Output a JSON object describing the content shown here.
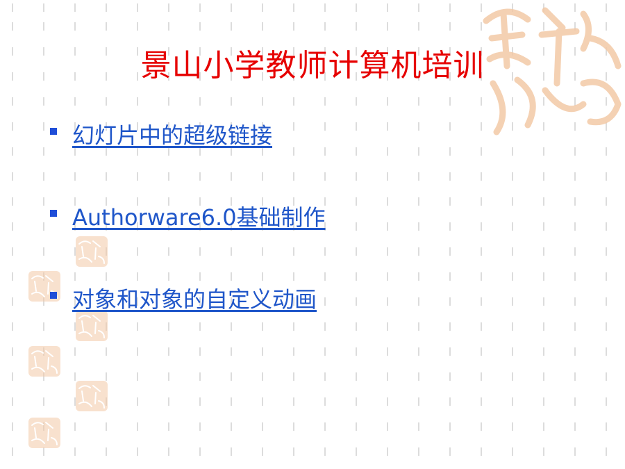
{
  "slide": {
    "title": "景山小学教师计算机培训",
    "bullets": [
      {
        "label": "幻灯片中的超级链接"
      },
      {
        "label": "Authorware6.0基础制作"
      },
      {
        "label": "对象和对象的自定义动画"
      }
    ]
  },
  "colors": {
    "title": "#e60000",
    "link": "#1f56c9",
    "bullet": "#1f4ed8",
    "seal": "#f3c9a6",
    "grid": "#d9d9d9"
  }
}
